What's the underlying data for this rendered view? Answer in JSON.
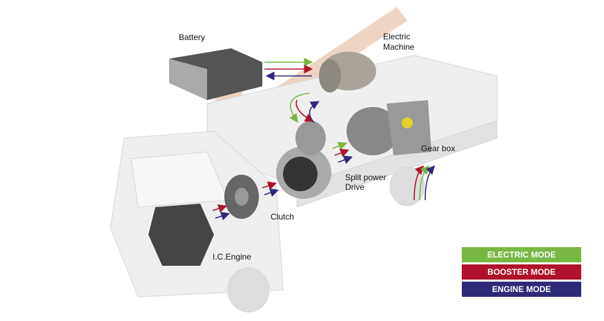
{
  "labels": {
    "battery": "Battery",
    "electric_machine_1": "Electric",
    "electric_machine_2": "Machine",
    "gear_box": "Gear box",
    "split_power_1": "Split power",
    "split_power_2": "Drive",
    "clutch": "Clutch",
    "ic_engine": "I.C.Engine"
  },
  "legend": [
    {
      "label": "ELECTRIC MODE",
      "color": "#77b843"
    },
    {
      "label": "BOOSTER MODE",
      "color": "#b0122c"
    },
    {
      "label": "ENGINE MODE",
      "color": "#2e2a78"
    }
  ]
}
